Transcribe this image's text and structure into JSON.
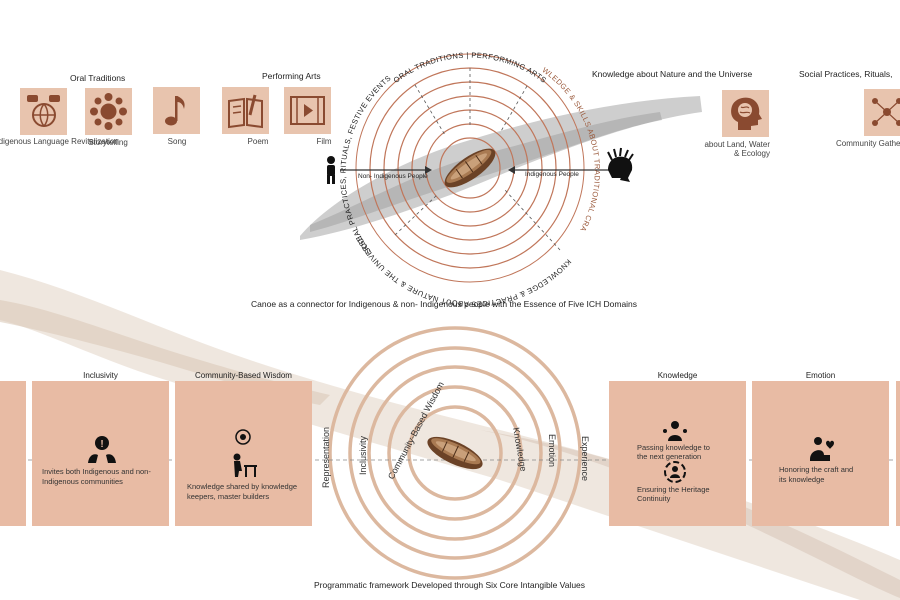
{
  "top": {
    "oral_traditions": {
      "title": "Oral Traditions",
      "items": [
        {
          "label": "Indigenous Language Revitalization",
          "icon": "globe-chat-icon"
        },
        {
          "label": "Storytelling",
          "icon": "circle-group-icon"
        },
        {
          "label": "Song",
          "icon": "music-note-icon"
        }
      ]
    },
    "performing_arts": {
      "title": "Performing Arts",
      "items": [
        {
          "label": "Poem",
          "icon": "book-pen-icon"
        },
        {
          "label": "Film",
          "icon": "film-icon"
        }
      ]
    },
    "nature": {
      "title": "Knowledge about Nature and the Universe",
      "item": {
        "label_line1": "about Land, Water",
        "label_line2": "& Ecology",
        "icon": "head-globe-icon"
      }
    },
    "social": {
      "title": "Social Practices, Rituals,",
      "item": {
        "label": "Community Gathe",
        "icon": "network-people-icon"
      }
    },
    "radial": {
      "arc_top": "ORAL TRADITIONS | PERFORMING ARTS",
      "arc_right": "KNOWLEDGE & SKILLS ABOUT TRADITIONAL CRAFTS",
      "arc_bottom": "KNOWLEDGE & PRACTICES ABOUT NATURE & THE UNIVERSE",
      "arc_left": "SOCIAL PRACTICES, RITUALS, FESTIVE EVENTS",
      "left_label": "Non- Indigenous People",
      "right_label": "Indigenous People"
    },
    "caption": "Canoe as a connector for Indigenous & non- Indigenous people with the Essence of Five  ICH Domains"
  },
  "bottom": {
    "rings": [
      "Representation",
      "Inclusivity",
      "Community-Based Wisdom",
      "Knowledge",
      "Emotion",
      "Experience"
    ],
    "cards": {
      "inclusivity": {
        "title": "Inclusivity",
        "text1": "Invites both Indigenous and non-",
        "text2": "Indigenous communities"
      },
      "community": {
        "title": "Community-Based Wisdom",
        "text1": "Knowledge shared by knowledge",
        "text2": "keepers, master builders"
      },
      "knowledge": {
        "title": "Knowledge",
        "text1": "Passing  knowledge  to",
        "text2": "the next generation",
        "text3": "Ensuring  the  Heritage",
        "text4": "Continuity"
      },
      "emotion": {
        "title": "Emotion",
        "text1": "Honoring the craft and",
        "text2": "its knowledge"
      }
    },
    "caption": "Programmatic framework Developed through Six Core Intangible Values"
  },
  "colors": {
    "tile": "#e8c4ae",
    "card": "#e8bba4",
    "ring": "#c0765a",
    "ring_light": "#dcb89f",
    "icon": "#8a4a30"
  }
}
